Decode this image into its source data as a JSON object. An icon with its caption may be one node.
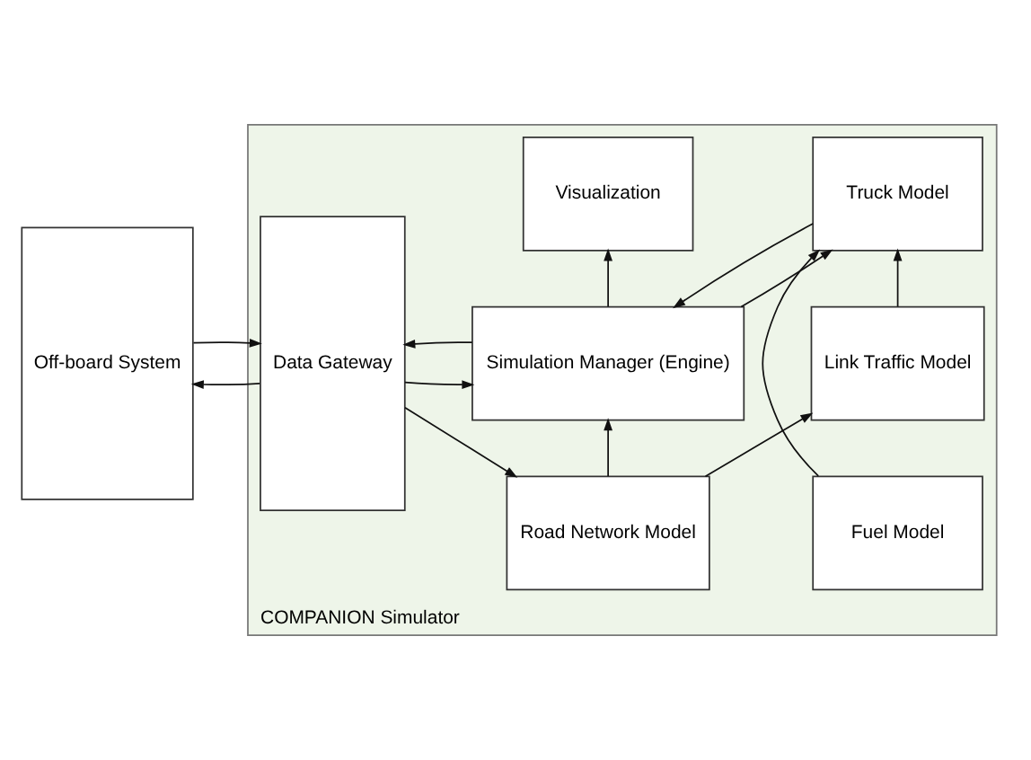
{
  "diagram": {
    "nodes": [
      {
        "text": [
          "Off-board System"
        ]
      },
      {
        "text": [
          "COMPANION Simulator"
        ]
      },
      {
        "text": [
          "Data Gateway"
        ],
        "in": 1
      },
      {
        "text": [
          "Road Network Model"
        ],
        "in": 1
      },
      {
        "text": [
          "Link Traffic Model"
        ],
        "in": 1
      },
      {
        "text": [
          "Simulation Manager (Engine)"
        ],
        "in": 1
      },
      {
        "text": [
          "Truck Model"
        ],
        "in": 1
      },
      {
        "text": [
          "Visualization"
        ],
        "in": 1
      },
      {
        "text": [
          "Fuel Model"
        ],
        "in": 1
      }
    ],
    "edges": [
      {
        "from": 0,
        "to": 2,
        "arrow": "to"
      },
      {
        "from": 2,
        "to": 0,
        "arrow": "to"
      },
      {
        "from": 2,
        "to": 3,
        "arrow": "to"
      },
      {
        "from": 3,
        "to": 4,
        "arrow": "to"
      },
      {
        "from": 3,
        "to": 5,
        "arrow": "to"
      },
      {
        "from": 2,
        "to": 5,
        "arrow": "to"
      },
      {
        "from": 5,
        "to": 2,
        "arrow": "to"
      },
      {
        "from": 5,
        "to": 6,
        "arrow": "to"
      },
      {
        "from": 6,
        "to": 5,
        "arrow": "to"
      },
      {
        "from": 4,
        "to": 6,
        "arrow": "to"
      },
      {
        "from": 5,
        "to": 7,
        "arrow": "to"
      },
      {
        "from": 8,
        "to": 6,
        "arrow": "to"
      }
    ]
  }
}
